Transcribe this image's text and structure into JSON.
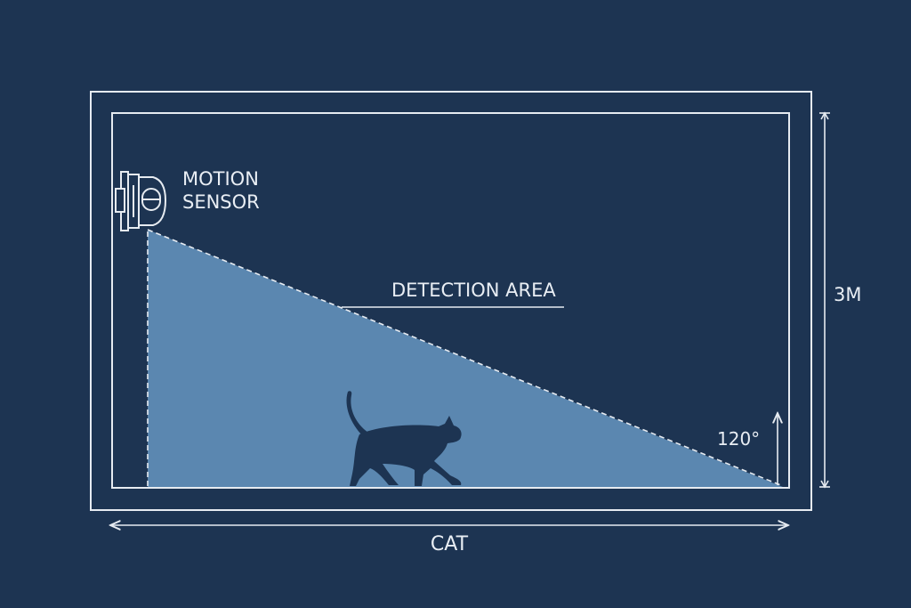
{
  "colors": {
    "background": "#1d3452",
    "line": "#e6ebf1",
    "detection_fill": "#5b87b0",
    "cat": "#1d3452"
  },
  "labels": {
    "sensor_line1": "MOTION",
    "sensor_line2": "SENSOR",
    "detection_area": "DETECTION AREA",
    "height": "3M",
    "angle": "120°",
    "width": "CAT"
  },
  "icons": {
    "sensor": "motion-sensor-icon",
    "cat": "cat-silhouette"
  }
}
